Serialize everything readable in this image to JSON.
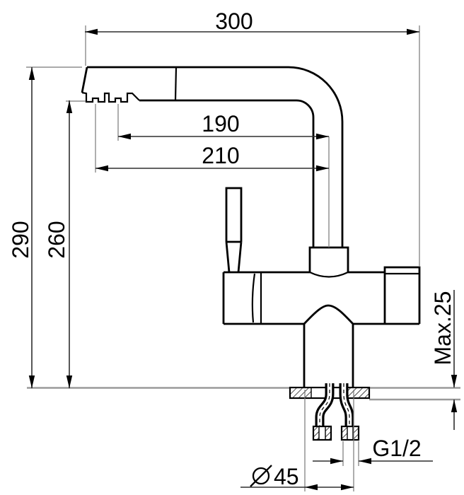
{
  "drawing": {
    "kind": "faucet-installation-dimension-drawing",
    "background": "#ffffff",
    "line_color": "#000000",
    "secondary_line_color": "#9a9a9a"
  },
  "labels": {
    "spout_reach": "300",
    "aerator_inner_reach": "190",
    "aerator_outer_reach": "210",
    "total_height": "290",
    "spout_height": "260",
    "deck_thickness": "Max.25",
    "thread_size": "G1/2",
    "hole_diameter_value": "45",
    "hole_diameter_symbol": "⌀"
  }
}
